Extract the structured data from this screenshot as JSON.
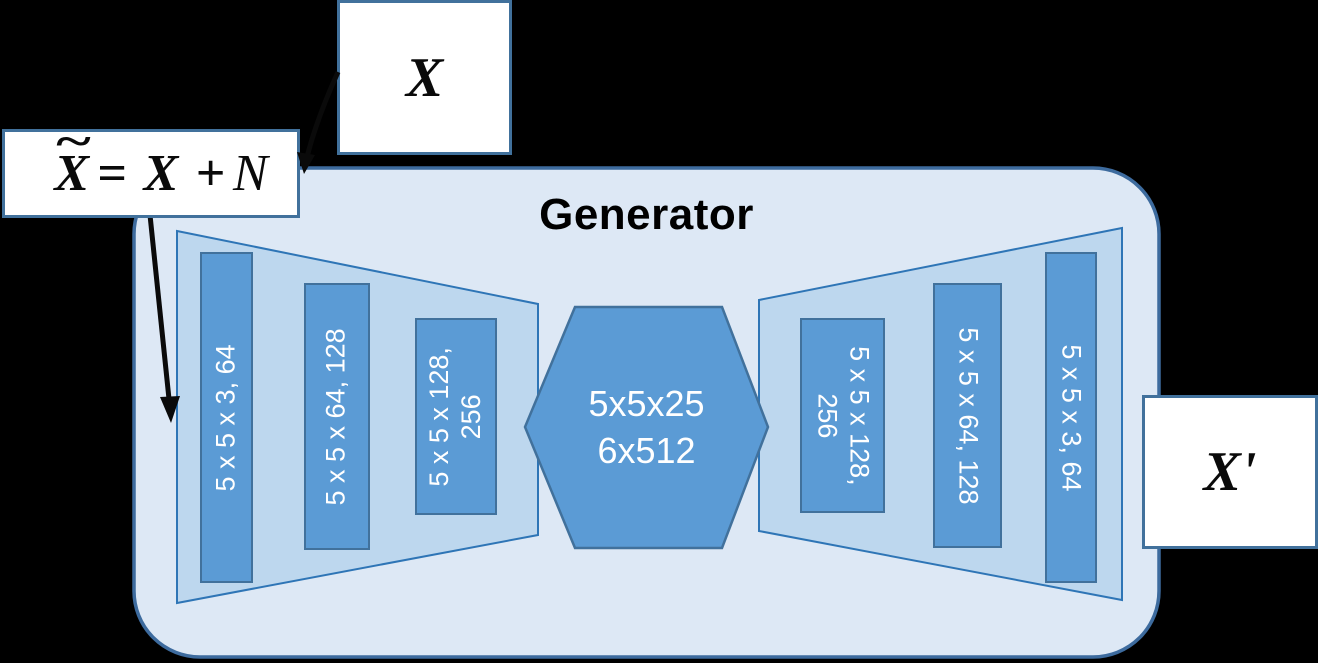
{
  "title": "Generator",
  "io_boxes": {
    "input_label": "X",
    "output_label": "X'"
  },
  "formula": {
    "tilde": "~",
    "lhs": "X",
    "middle": "= X +",
    "noise": "N"
  },
  "encoder_layers": [
    {
      "label": "5 x 5 x 3, 64"
    },
    {
      "label": "5 x 5 x 64, 128"
    },
    {
      "label": "5 x 5 x 128,\n256"
    }
  ],
  "bottleneck": {
    "label": "5x5x25\n6x512"
  },
  "decoder_layers": [
    {
      "label": "5 x 5 x 128,\n256"
    },
    {
      "label": "5 x 5 x 64, 128"
    },
    {
      "label": "5 x 5 x 3, 64"
    }
  ],
  "icons": {
    "noise_arrow": "black-curved-arrow-down",
    "input_arrow": "black-curved-arrow-down-left"
  },
  "colors": {
    "background": "#000000",
    "container_fill": "#DDE8F5",
    "container_border": "#3D6B9E",
    "trapezoid_fill": "#BDD7EE",
    "trapezoid_border": "#2E75B6",
    "block_fill": "#5B9BD5",
    "block_border": "#41719C",
    "box_fill": "#FFFFFF",
    "box_border": "#41719C",
    "block_text": "#FFFFFF",
    "title_text": "#000000",
    "arrow": "#0A0A0A"
  }
}
